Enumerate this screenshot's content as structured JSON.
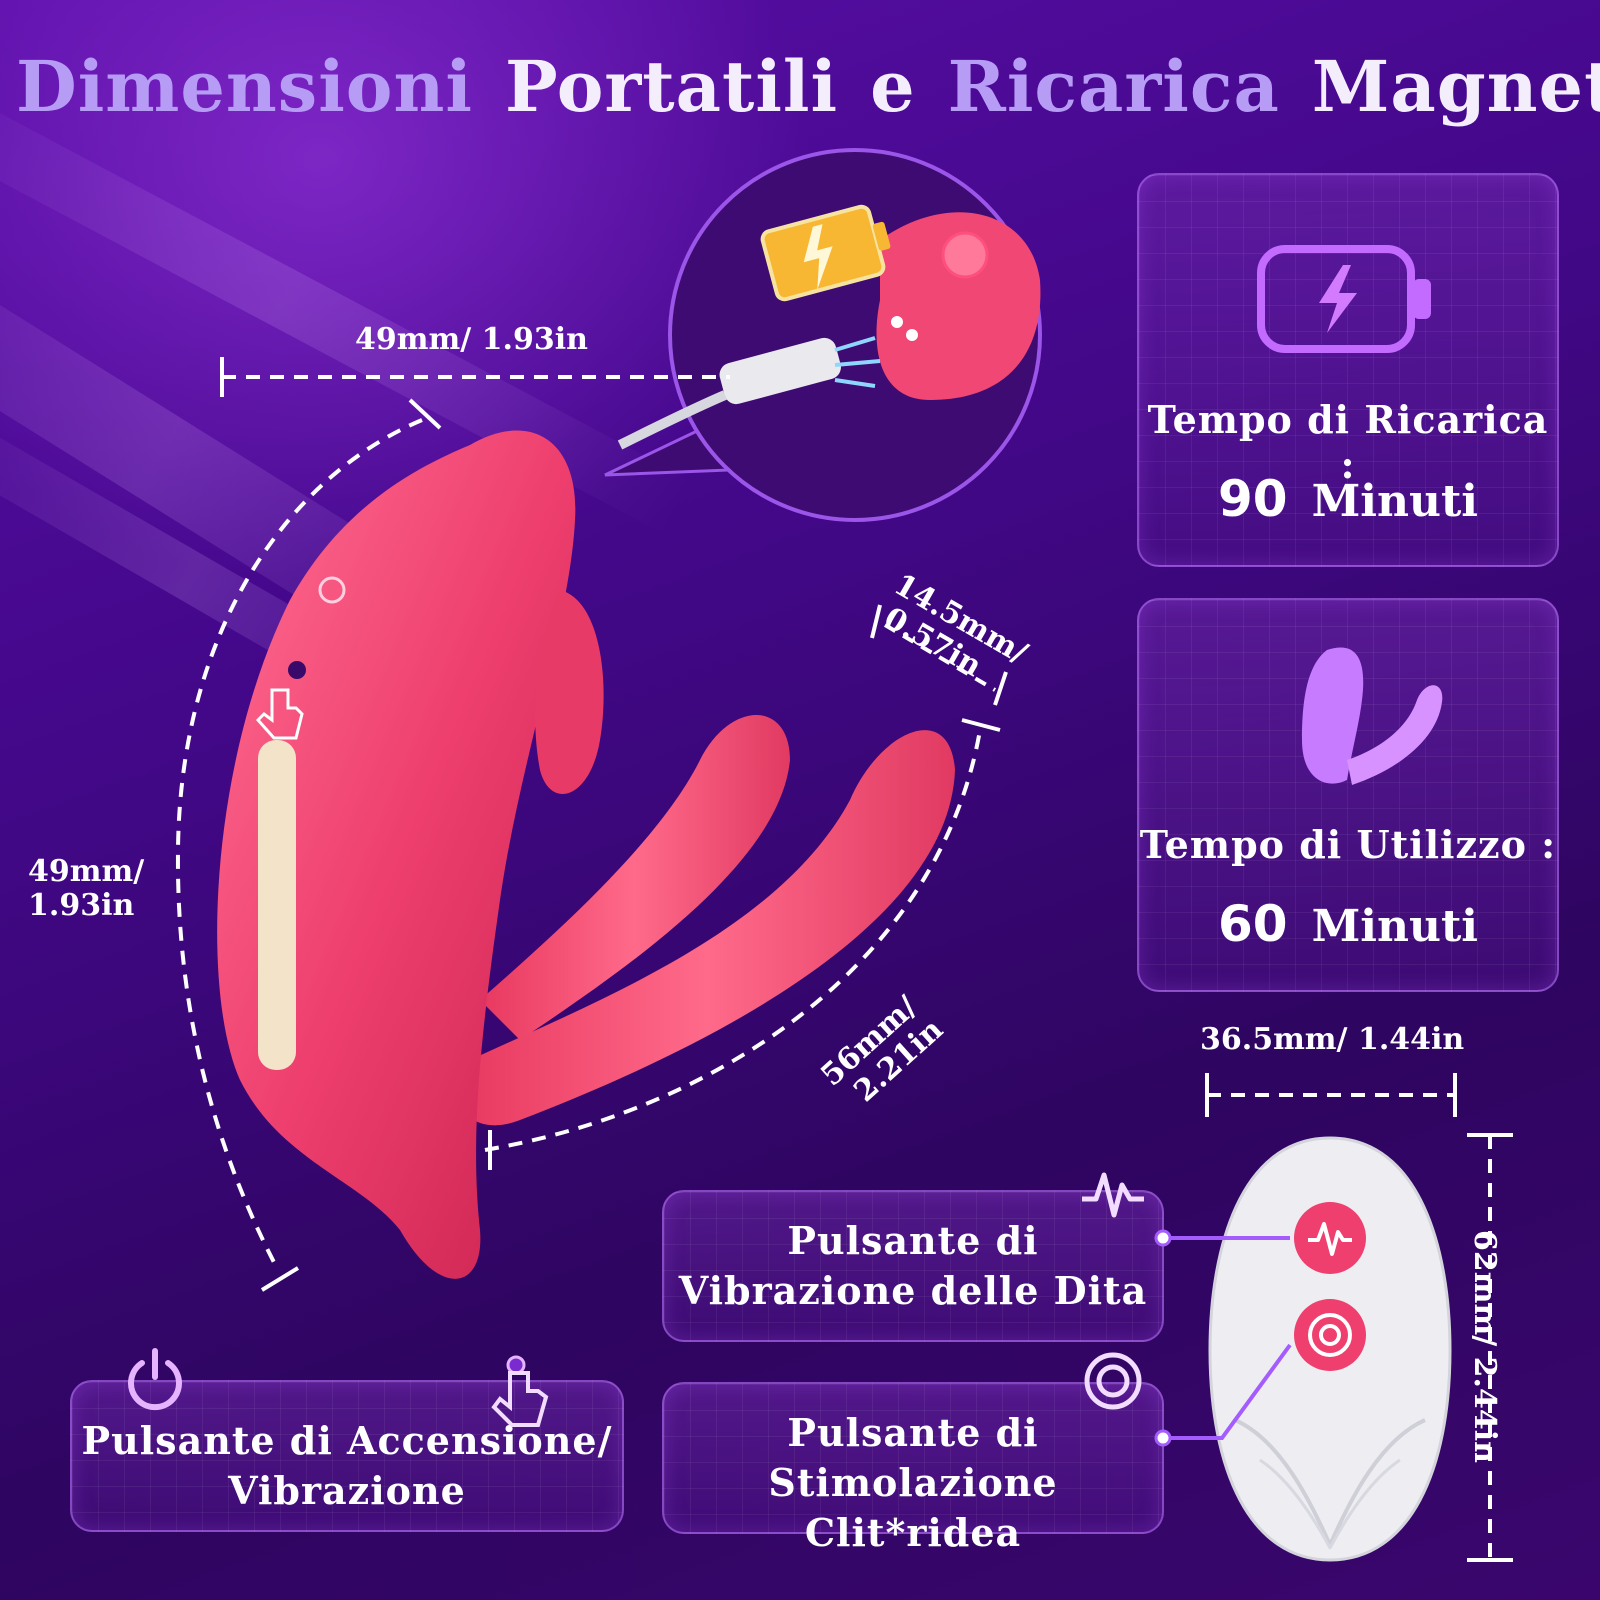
{
  "headline": {
    "words": [
      {
        "text": "Dimensioni",
        "tone": "lavender"
      },
      {
        "text": "Portatili",
        "tone": "white"
      },
      {
        "text": "e",
        "tone": "white"
      },
      {
        "text": "Ricarica",
        "tone": "lavender"
      },
      {
        "text": "Magnetica",
        "tone": "white"
      }
    ]
  },
  "specs": {
    "charge": {
      "label": "Tempo di Ricarica :",
      "value": "90",
      "unit": "Minuti",
      "icon": "battery-charging-icon"
    },
    "usage": {
      "label": "Tempo di Utilizzo :",
      "value": "60",
      "unit": "Minuti",
      "icon": "device-silhouette-icon"
    }
  },
  "dimensions": {
    "top_width": "49mm/ 1.93in",
    "side_height_line1": "49mm/",
    "side_height_line2": "1.93in",
    "arm_width_line1": "14.5mm/",
    "arm_width_line2": "0.57in",
    "arm_length_line1": "56mm/",
    "arm_length_line2": "2.21in",
    "remote_width": "36.5mm/ 1.44in",
    "remote_height": "62mm/ 2.44in"
  },
  "buttons": {
    "power": {
      "line1": "Pulsante di Accensione/",
      "line2": "Vibrazione",
      "icon": "power-icon",
      "icon2": "tap-hand-icon"
    },
    "finger": {
      "line1": "Pulsante di",
      "line2": "Vibrazione delle Dita",
      "icon": "pulse-wave-icon"
    },
    "clit": {
      "line1": "Pulsante di",
      "line2": "Stimolazione Clit*ridea",
      "icon": "target-rings-icon"
    }
  },
  "colors": {
    "accent_pink": "#ee3f6e",
    "lavender": "#b79cf5",
    "battery_yellow": "#f7b733",
    "panel_border": "#be78ff"
  }
}
